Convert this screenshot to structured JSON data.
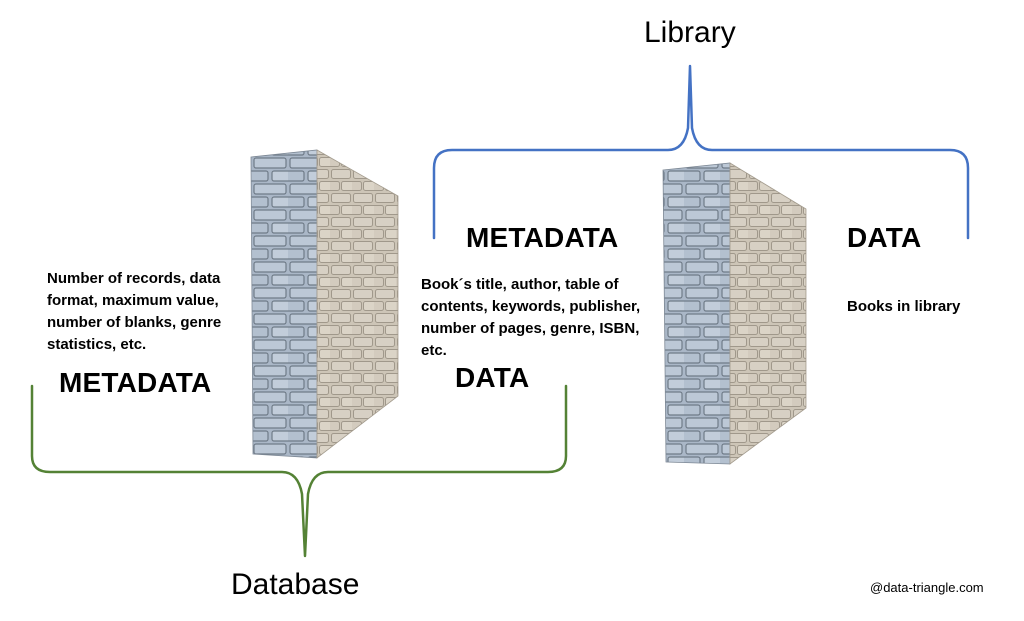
{
  "diagram": {
    "top_group": {
      "label": "Library",
      "bracket_color": "#4472c4",
      "left_section": {
        "heading": "METADATA",
        "description": "Book´s title, author, table of contents, keywords, publisher, number of pages, genre, ISBN, etc."
      },
      "right_section": {
        "heading": "DATA",
        "description": "Books in library"
      }
    },
    "bottom_group": {
      "label": "Database",
      "bracket_color": "#548235",
      "left_section": {
        "heading": "METADATA",
        "description": "Number of records, data format, maximum value, number of blanks, genre statistics, etc."
      },
      "right_section": {
        "heading": "DATA"
      }
    },
    "walls": [
      {
        "name": "database-separator-wall",
        "front_color": "#a9b6c6",
        "side_color": "#d8d0c2"
      },
      {
        "name": "library-separator-wall",
        "front_color": "#a9b6c6",
        "side_color": "#d8d0c2"
      }
    ],
    "credit": "@data-triangle.com"
  }
}
